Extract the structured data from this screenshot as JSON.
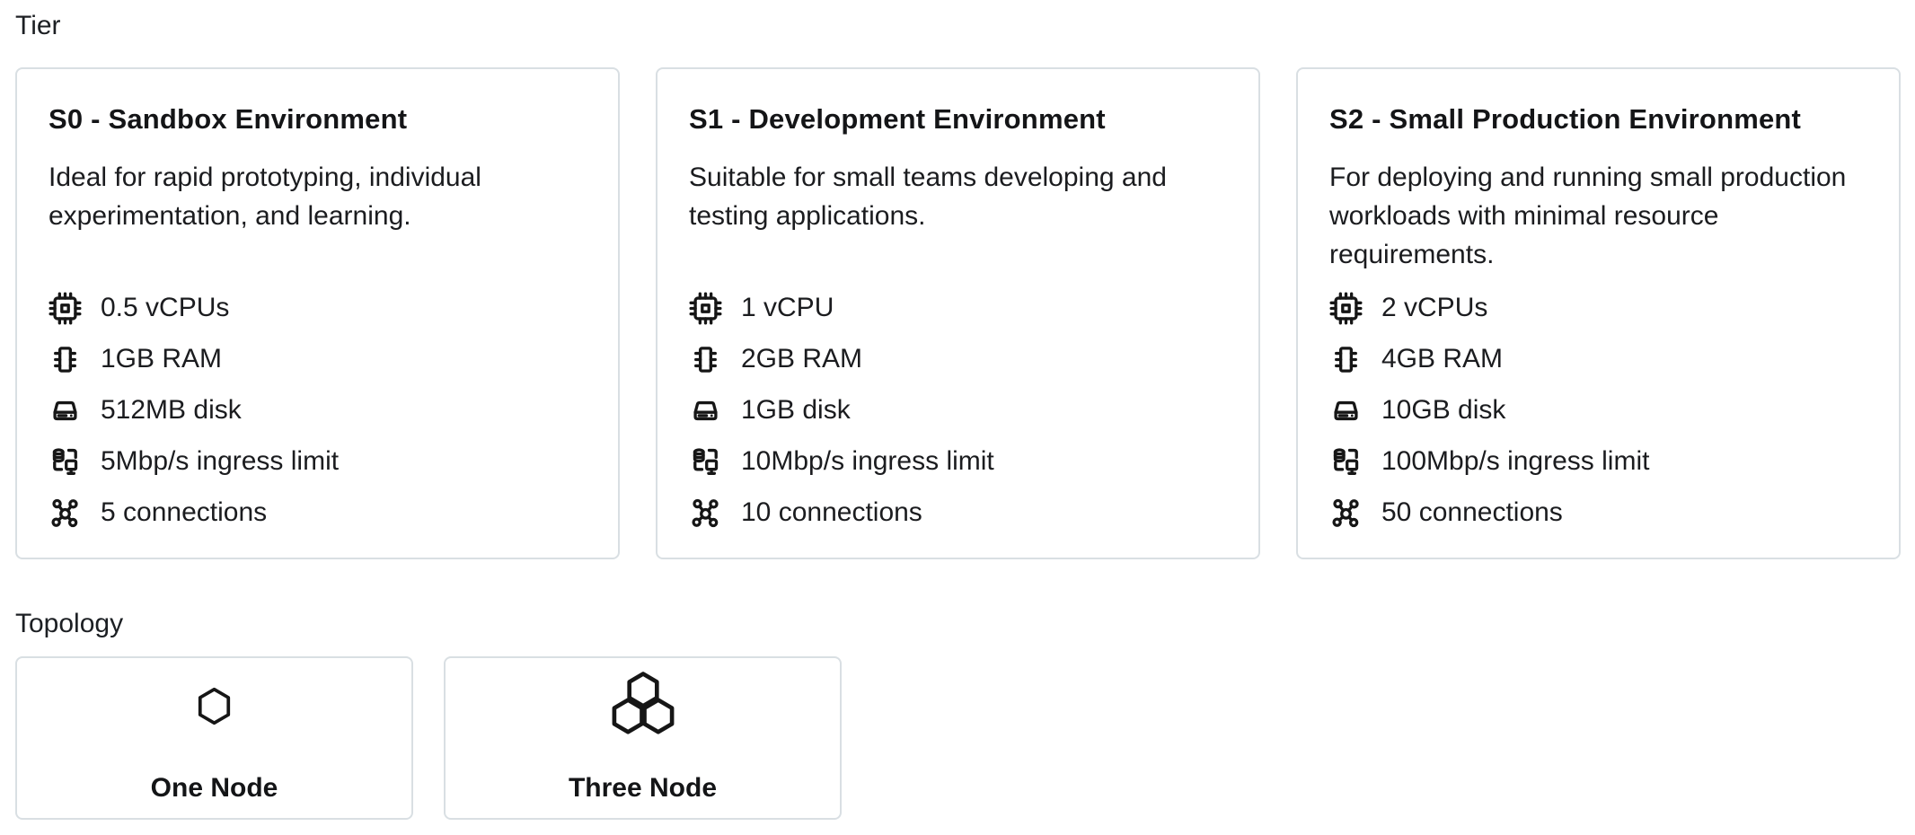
{
  "theme": {
    "background": "#ffffff",
    "card_border": "#d9dfe3",
    "text_color": "#18191b"
  },
  "tier_section": {
    "label": "Tier",
    "cards": [
      {
        "title": "S0 - Sandbox Environment",
        "description": "Ideal for rapid prototyping, individual experimentation, and learning.",
        "specs": [
          {
            "icon": "cpu-icon",
            "text": "0.5 vCPUs"
          },
          {
            "icon": "ram-icon",
            "text": "1GB RAM"
          },
          {
            "icon": "disk-icon",
            "text": "512MB disk"
          },
          {
            "icon": "ingress-icon",
            "text": "5Mbp/s ingress limit"
          },
          {
            "icon": "connections-icon",
            "text": "5 connections"
          }
        ]
      },
      {
        "title": "S1 - Development Environment",
        "description": "Suitable for small teams developing and testing applications.",
        "specs": [
          {
            "icon": "cpu-icon",
            "text": "1 vCPU"
          },
          {
            "icon": "ram-icon",
            "text": "2GB RAM"
          },
          {
            "icon": "disk-icon",
            "text": "1GB disk"
          },
          {
            "icon": "ingress-icon",
            "text": "10Mbp/s ingress limit"
          },
          {
            "icon": "connections-icon",
            "text": "10 connections"
          }
        ]
      },
      {
        "title": "S2 - Small Production Environment",
        "description": "For deploying and running small production workloads with minimal resource requirements.",
        "specs": [
          {
            "icon": "cpu-icon",
            "text": "2 vCPUs"
          },
          {
            "icon": "ram-icon",
            "text": "4GB RAM"
          },
          {
            "icon": "disk-icon",
            "text": "10GB disk"
          },
          {
            "icon": "ingress-icon",
            "text": "100Mbp/s ingress limit"
          },
          {
            "icon": "connections-icon",
            "text": "50 connections"
          }
        ]
      }
    ]
  },
  "topology_section": {
    "label": "Topology",
    "options": [
      {
        "icon": "one-node-icon",
        "label": "One Node"
      },
      {
        "icon": "three-node-icon",
        "label": "Three Node"
      }
    ]
  }
}
